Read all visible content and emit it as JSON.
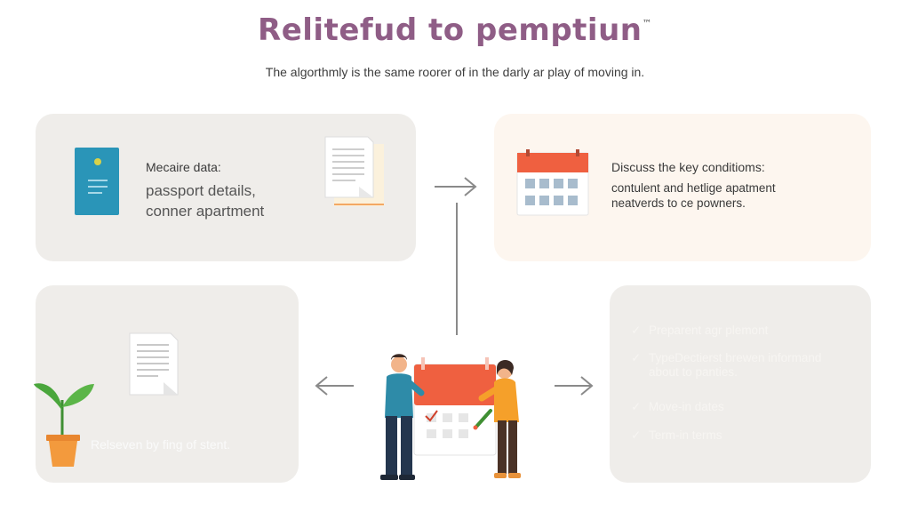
{
  "header": {
    "title": "Relitefud to pemptiun",
    "trademark": "™",
    "subtitle": "The algorthmly is the same roorer of in the darly ar play of moving in."
  },
  "cards": {
    "top_left": {
      "heading": "Mecaire data:",
      "line1": "passport details,",
      "line2": "conner apartment"
    },
    "top_right": {
      "heading": "Discuss the key conditioms:",
      "line1": "contulent and hetlige apatment",
      "line2": "neatverds to ce powners."
    },
    "bottom_left": {
      "caption": "Relseven by fing of stent."
    },
    "bottom_right": {
      "items": [
        "Preparent agr plemont",
        "TypeDectierst brewen informand about to panties.",
        "Move-in dates",
        "Term-in terms"
      ]
    }
  },
  "colors": {
    "title": "#8f5d86",
    "card_gray": "#efedea",
    "card_warm": "#fdf6ef",
    "calendar_red": "#ef6040",
    "passport_blue": "#2a95b8",
    "plant_green": "#4aa63c",
    "pot_orange": "#f39a3d",
    "arrow_gray": "#8a8a8a"
  },
  "icons": {
    "passport": "passport-icon",
    "document": "document-icon",
    "calendar": "calendar-icon",
    "plant": "plant-icon",
    "people": "people-meeting-icon",
    "check": "check-icon",
    "arrow": "arrow-icon"
  }
}
